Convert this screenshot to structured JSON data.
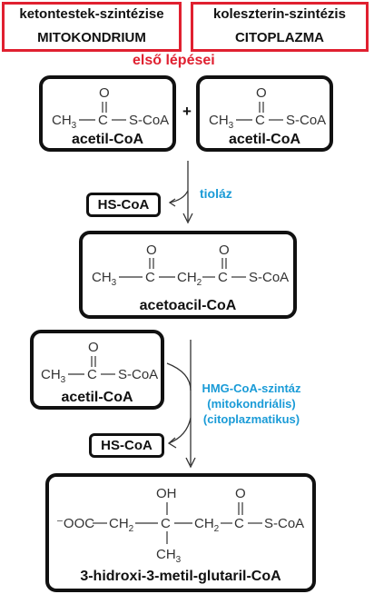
{
  "header": {
    "left": {
      "line1": "ketontestek-szintézise",
      "line2": "MITOKONDRIUM"
    },
    "right": {
      "line1": "koleszterin-szintézis",
      "line2": "CITOPLAZMA"
    },
    "subtitle": "első lépései"
  },
  "plus": "+",
  "molecules": {
    "acetyl1": "acetil-CoA",
    "acetyl2": "acetil-CoA",
    "acetoacetyl": "acetoacil-CoA",
    "acetyl3": "acetil-CoA",
    "hmg": "3-hidroxi-3-metil-glutaril-CoA"
  },
  "byproducts": {
    "first": "HS-CoA",
    "second": "HS-CoA"
  },
  "enzymes": {
    "thiolase": "tioláz",
    "hmg_synthase": [
      "HMG-CoA-szintáz",
      "(mitokondriális)",
      "(citoplazmatikus)"
    ]
  },
  "structure_text": {
    "o": "O",
    "c": "C",
    "ch": "CH",
    "ch3": "CH",
    "ch2": "CH",
    "sub3": "3",
    "sub2": "2",
    "scoa": "S-CoA",
    "oh": "OH",
    "ooc": "⁻OOC",
    "dash": "—"
  },
  "colors": {
    "red": "#e02030",
    "blue": "#1a9bd7",
    "black": "#111111"
  }
}
